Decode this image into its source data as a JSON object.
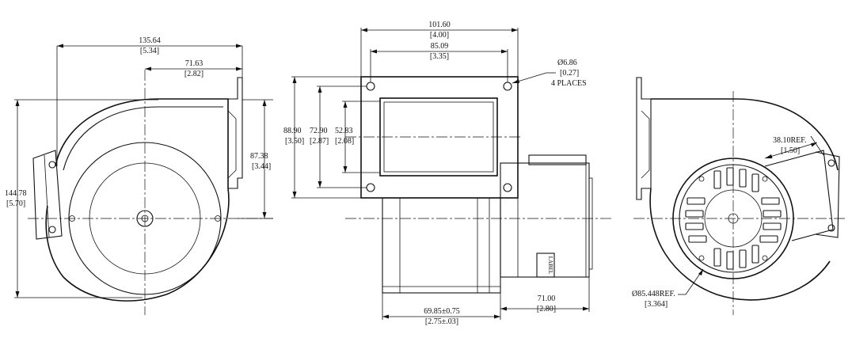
{
  "dimensions": {
    "overall_width": {
      "mm": "135.64",
      "in": "[5.34]"
    },
    "offset_width": {
      "mm": "71.63",
      "in": "[2.82]"
    },
    "overall_height": {
      "mm": "144.78",
      "in": "[5.70]"
    },
    "flange_height": {
      "mm": "87.38",
      "in": "[3.44]"
    },
    "plate_width": {
      "mm": "101.60",
      "in": "[4.00]"
    },
    "hole_spacing_x": {
      "mm": "85.09",
      "in": "[3.35]"
    },
    "plate_height": {
      "mm": "88.90",
      "in": "[3.50]"
    },
    "hole_spacing_y": {
      "mm": "72.90",
      "in": "[2.87]"
    },
    "opening_height": {
      "mm": "52.83",
      "in": "[2.08]"
    },
    "hole_dia": {
      "mm": "Ø6.86",
      "in": "[0.27]",
      "note": "4 PLACES"
    },
    "housing_width": {
      "mm": "69.85±0.75",
      "in": "[2.75±.03]"
    },
    "motor_length": {
      "mm": "71.00",
      "in": "[2.80]"
    },
    "motor_ref": {
      "mm": "38.10REF.",
      "in": "[1.50]"
    },
    "motor_dia": {
      "mm": "Ø85.448REF.",
      "in": "[3.364]"
    }
  },
  "motor_label": "LABEL"
}
